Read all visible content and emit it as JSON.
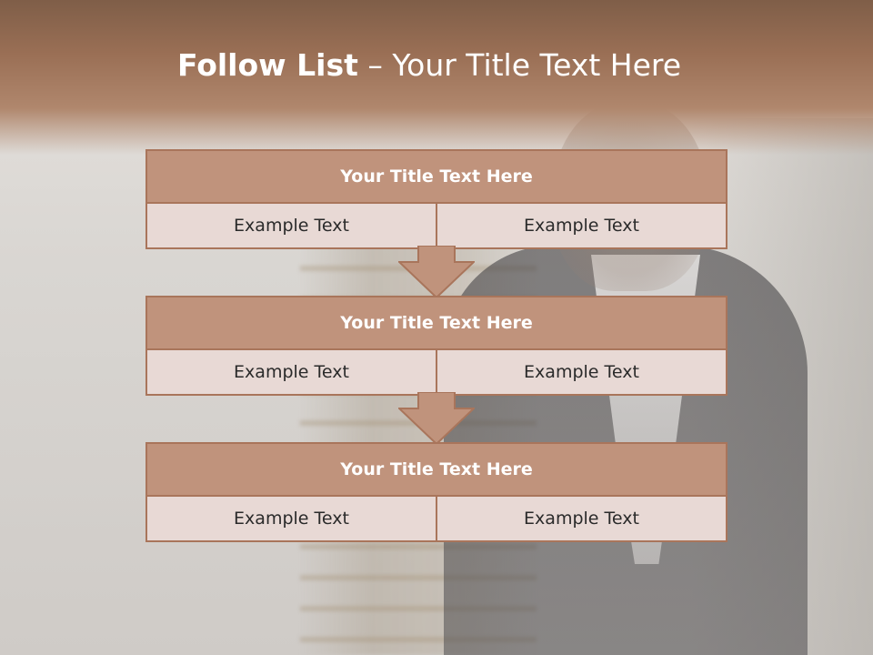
{
  "slide": {
    "title_bold": "Follow List",
    "title_rest": " – Your Title Text Here",
    "blocks": [
      {
        "title": "Your Title Text Here",
        "left": "Example Text",
        "right": "Example Text"
      },
      {
        "title": "Your Title Text Here",
        "left": "Example Text",
        "right": "Example Text"
      },
      {
        "title": "Your Title Text Here",
        "left": "Example Text",
        "right": "Example Text"
      }
    ]
  },
  "colors": {
    "accent": "#c0937c",
    "border": "#a9755b",
    "cell": "#e8d9d5",
    "band": "#9a6f55"
  }
}
